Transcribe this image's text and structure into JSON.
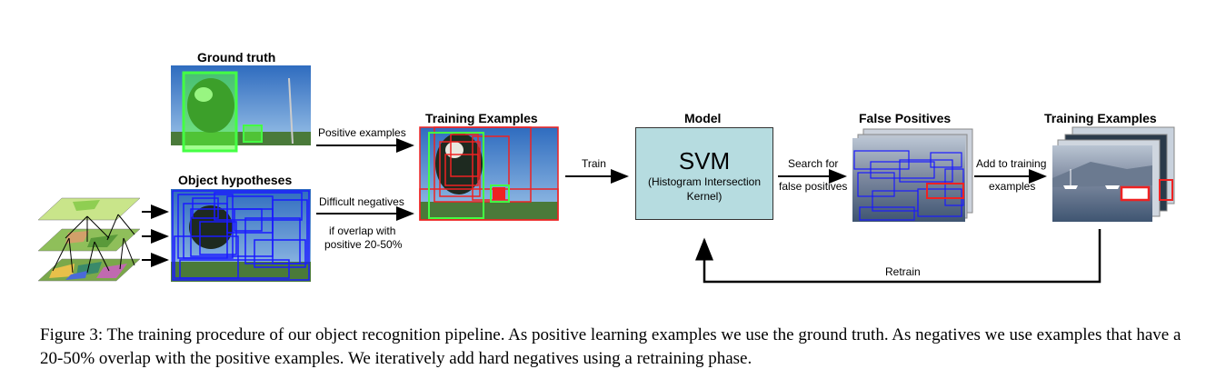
{
  "labels": {
    "ground_truth": "Ground truth",
    "object_hypotheses": "Object hypotheses",
    "training_examples_1": "Training Examples",
    "model": "Model",
    "false_positives": "False Positives",
    "training_examples_2": "Training Examples"
  },
  "arrows": {
    "positive_examples": "Positive examples",
    "difficult_negatives": "Difficult negatives",
    "overlap_line1": "if overlap with",
    "overlap_line2": "positive 20-50%",
    "train": "Train",
    "search_line1": "Search for",
    "search_line2": "false positives",
    "add_line1": "Add to training",
    "add_line2": "examples",
    "retrain": "Retrain"
  },
  "svm": {
    "title": "SVM",
    "line1": "(Histogram Intersection",
    "line2": "Kernel)"
  },
  "caption": "Figure 3: The training procedure of our object recognition pipeline. As positive learning examples we use the ground truth. As negatives we use examples that have a 20-50% overlap with the positive examples. We iteratively add hard negatives using a retraining phase.",
  "colors": {
    "sky": "#3f78c0",
    "grass": "#4a7a3a",
    "cow": "#1a1a1a",
    "gt_box": "#44ff44",
    "hyp_box": "#1a1aff",
    "neg_box": "#ee2222",
    "svm_fill": "#b6dce0",
    "water": "#5a6f8a",
    "mountain": "#7c8aa0"
  }
}
